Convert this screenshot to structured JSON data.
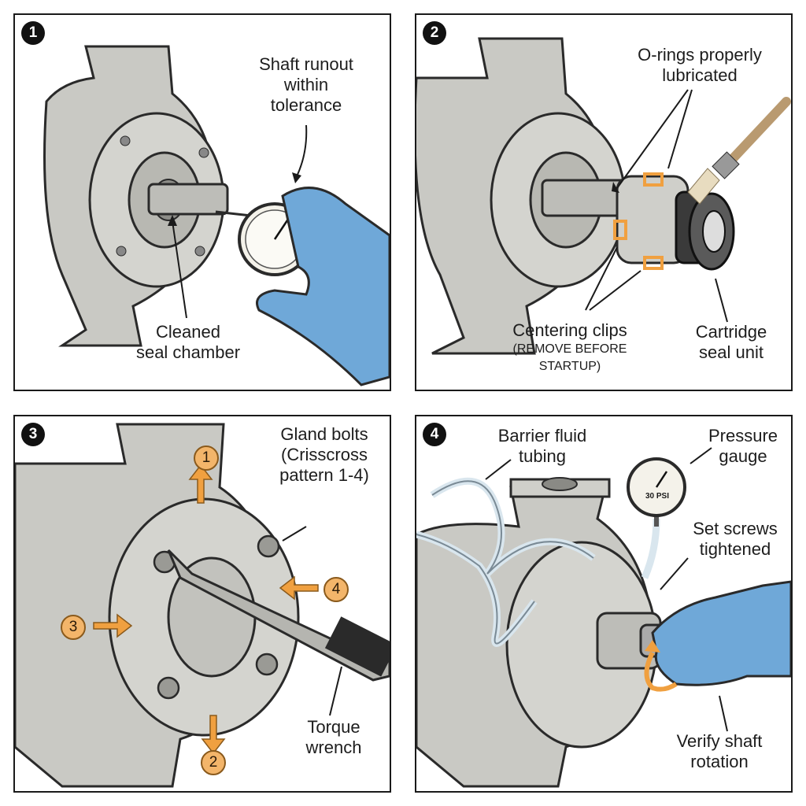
{
  "panels": [
    {
      "number": "1",
      "labels": {
        "runout": [
          "Shaft runout",
          "within",
          "tolerance"
        ],
        "chamber": [
          "Cleaned",
          "seal chamber"
        ]
      }
    },
    {
      "number": "2",
      "labels": {
        "orings": [
          "O-rings properly",
          "lubricated"
        ],
        "clips": [
          "Centering clips",
          "(REMOVE BEFORE",
          "STARTUP)"
        ],
        "cartridge": [
          "Cartridge",
          "seal unit"
        ]
      }
    },
    {
      "number": "3",
      "labels": {
        "gland": [
          "Gland bolts",
          "(Crisscross",
          "pattern 1-4)"
        ],
        "torque": [
          "Torque",
          "wrench"
        ]
      },
      "sequence": [
        "1",
        "2",
        "3",
        "4"
      ]
    },
    {
      "number": "4",
      "labels": {
        "barrier": [
          "Barrier fluid",
          "tubing"
        ],
        "pressure": [
          "Pressure",
          "gauge"
        ],
        "setscrews": [
          "Set screws",
          "tightened"
        ],
        "verify": [
          "Verify shaft",
          "rotation"
        ],
        "gauge_reading": "30 PSI"
      }
    }
  ],
  "colors": {
    "glove": "#6fa8d8",
    "accent": "#f0a040",
    "metal": "#c9c9c4",
    "outline": "#2a2a2a"
  }
}
